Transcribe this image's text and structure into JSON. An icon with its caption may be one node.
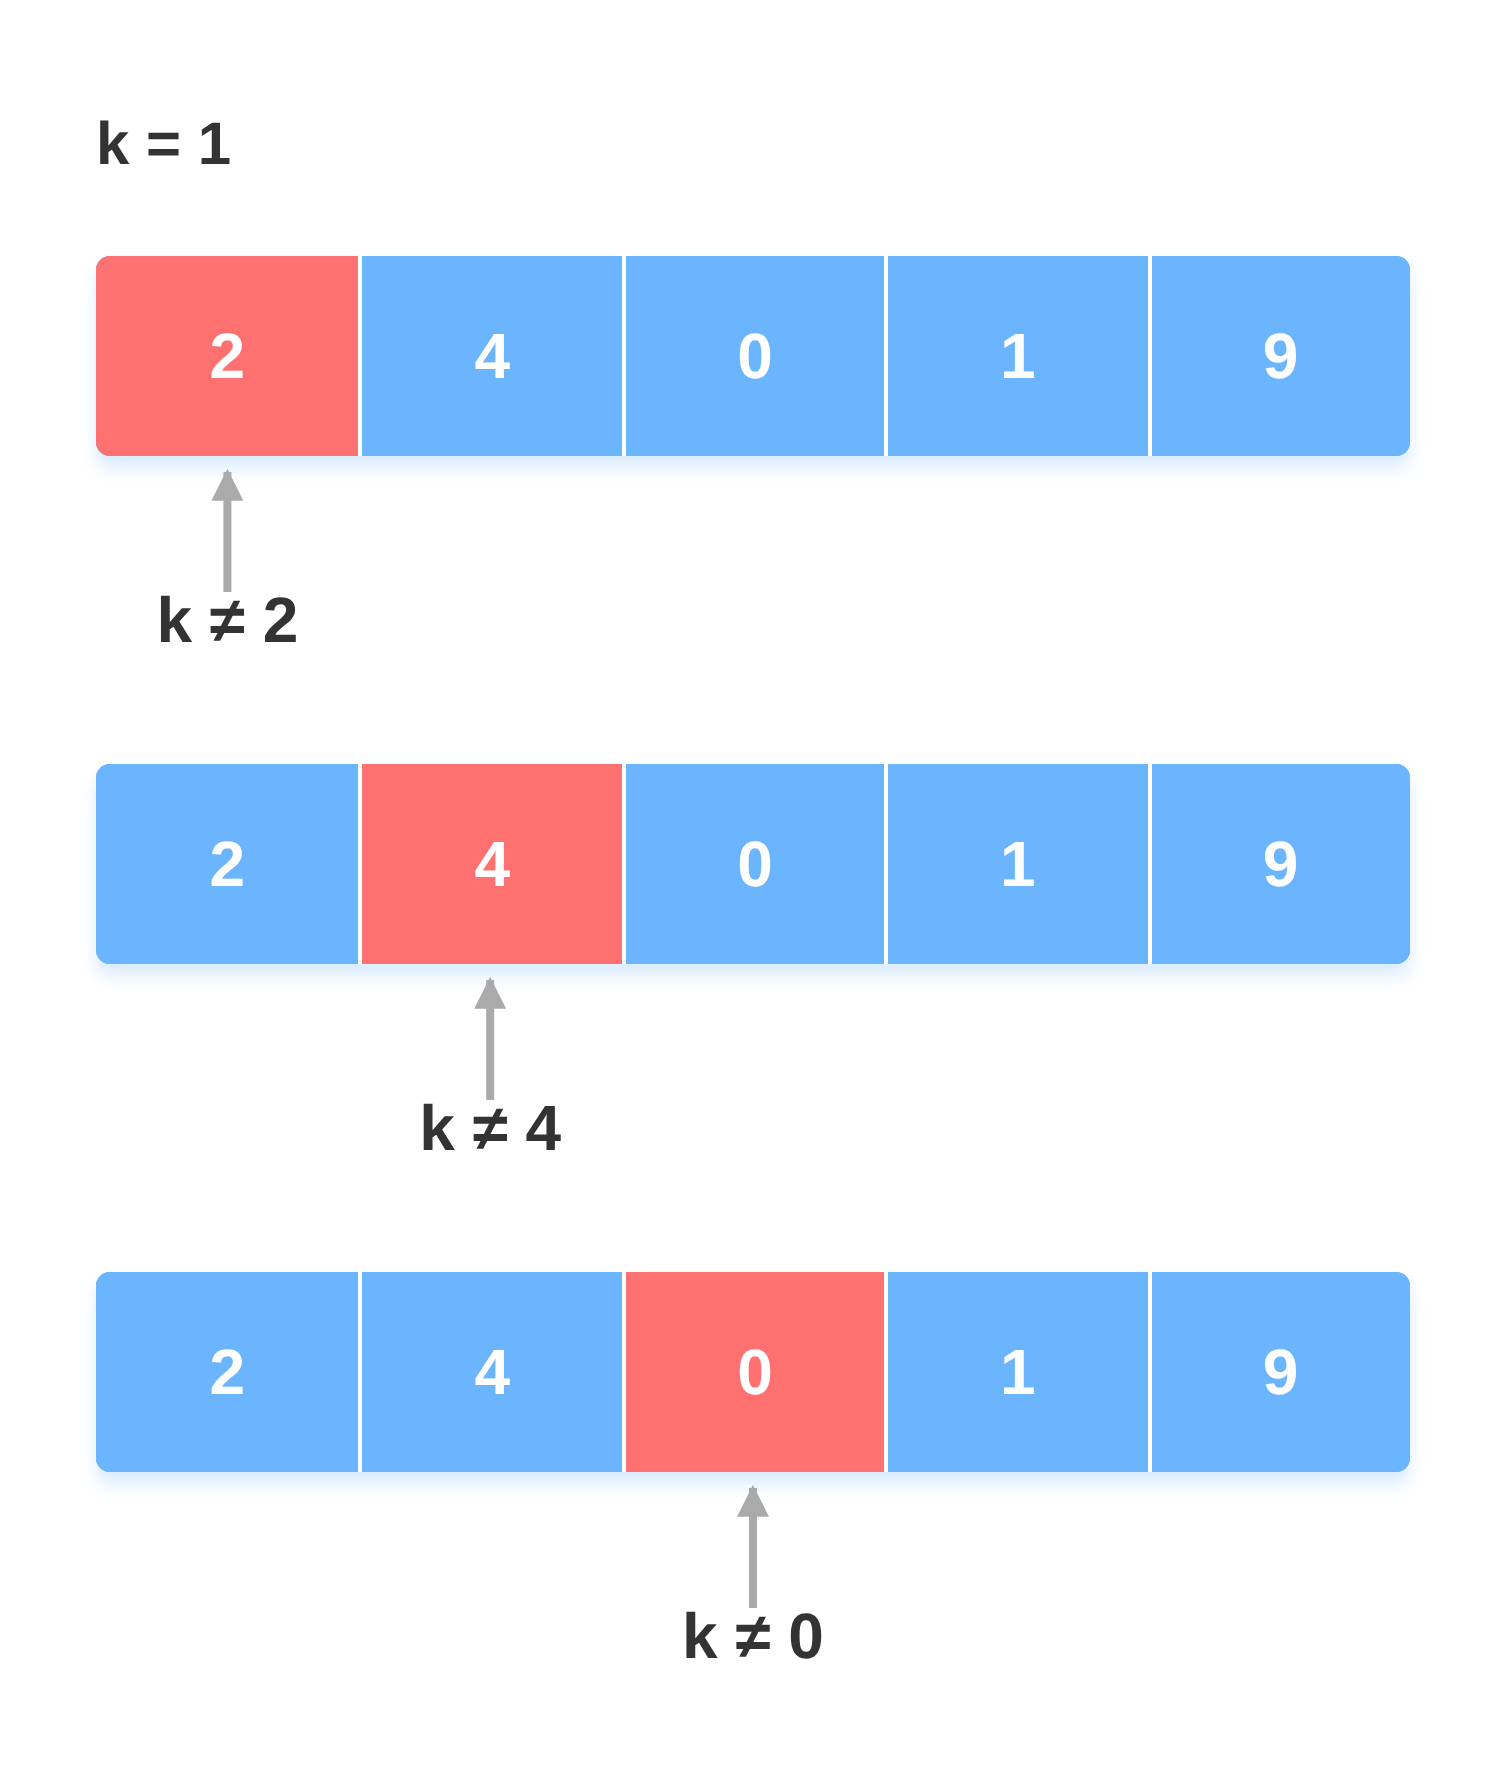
{
  "diagram": {
    "title": "k = 1",
    "nodes": [
      {
        "text": [],
        "shape": "bar"
      },
      {
        "text": [
          "2"
        ],
        "in": 0
      },
      {
        "text": [
          "4"
        ],
        "in": 0
      },
      {
        "text": [
          "0"
        ],
        "in": 0
      },
      {
        "text": [
          "1"
        ],
        "in": 0
      },
      {
        "text": [
          "9"
        ],
        "in": 0
      },
      {
        "text": [
          "k ≠ 2"
        ]
      },
      {
        "text": [],
        "shape": "bar"
      },
      {
        "text": [
          "2"
        ],
        "in": 7
      },
      {
        "text": [
          "4"
        ],
        "in": 7
      },
      {
        "text": [
          "0"
        ],
        "in": 7
      },
      {
        "text": [
          "1"
        ],
        "in": 7
      },
      {
        "text": [
          "9"
        ],
        "in": 7
      },
      {
        "text": [
          "k ≠ 4"
        ]
      },
      {
        "text": [],
        "shape": "bar"
      },
      {
        "text": [
          "2"
        ],
        "in": 14
      },
      {
        "text": [
          "4"
        ],
        "in": 14
      },
      {
        "text": [
          "0"
        ],
        "in": 14
      },
      {
        "text": [
          "1"
        ],
        "in": 14
      },
      {
        "text": [
          "9"
        ],
        "in": 14
      },
      {
        "text": [
          "k ≠ 0"
        ]
      }
    ],
    "edges": [
      {
        "from": 6,
        "to": 1,
        "arrow": "to"
      },
      {
        "from": 13,
        "to": 9,
        "arrow": "to"
      },
      {
        "from": 20,
        "to": 17,
        "arrow": "to"
      }
    ]
  }
}
